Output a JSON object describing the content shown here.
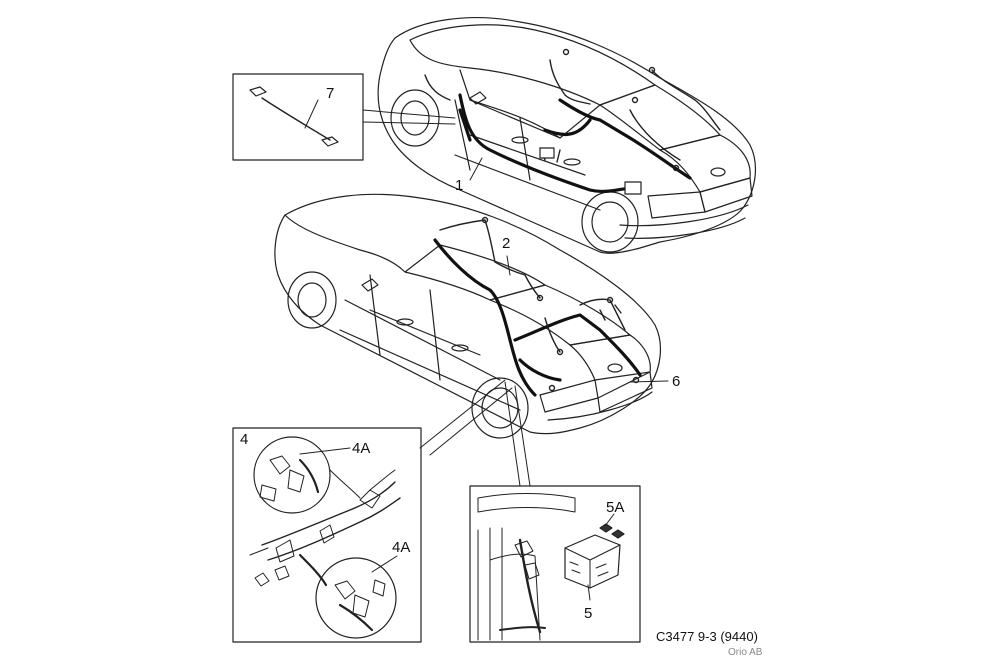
{
  "callouts": {
    "c1": "1",
    "c2": "2",
    "c4": "4",
    "c4a_top": "4A",
    "c4a_bottom": "4A",
    "c5": "5",
    "c5a": "5A",
    "c6": "6",
    "c7": "7"
  },
  "caption": {
    "code": "C3477 9-3 (9440)",
    "publisher": "Orio AB"
  }
}
